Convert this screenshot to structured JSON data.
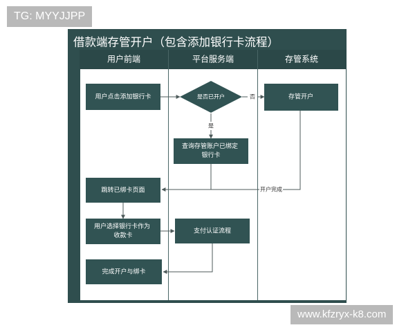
{
  "watermarks": {
    "top_left": "TG: MYYJJPP",
    "bottom_right": "www.kfzryx-k8.com"
  },
  "diagram": {
    "title": "借款端存管开户（包含添加银行卡流程）",
    "lanes": [
      "用户前端",
      "平台服务端",
      "存管系统"
    ],
    "nodes": {
      "add_card": "用户点击添加银行卡",
      "decision": "是否已开户",
      "open_account": "存管开户",
      "query_bound": [
        "查询存管账户已绑定",
        "银行卡"
      ],
      "to_bind_page": "跳转已绑卡页面",
      "choose_card": [
        "用户选择银行卡作为",
        "收款卡"
      ],
      "payment_auth": "支付认证流程",
      "complete": "完成开户与绑卡"
    },
    "edge_labels": {
      "no": "否",
      "yes": "是",
      "open_done": "开户完成"
    }
  },
  "colors": {
    "frame": "#2f4e4e",
    "frame_dark": "#2b4848",
    "box": "#315353",
    "box_text": "#ffffff",
    "lane_bg": "#ffffff",
    "line": "#4d5a5a",
    "watermark_bg": "#b9b9b9"
  }
}
